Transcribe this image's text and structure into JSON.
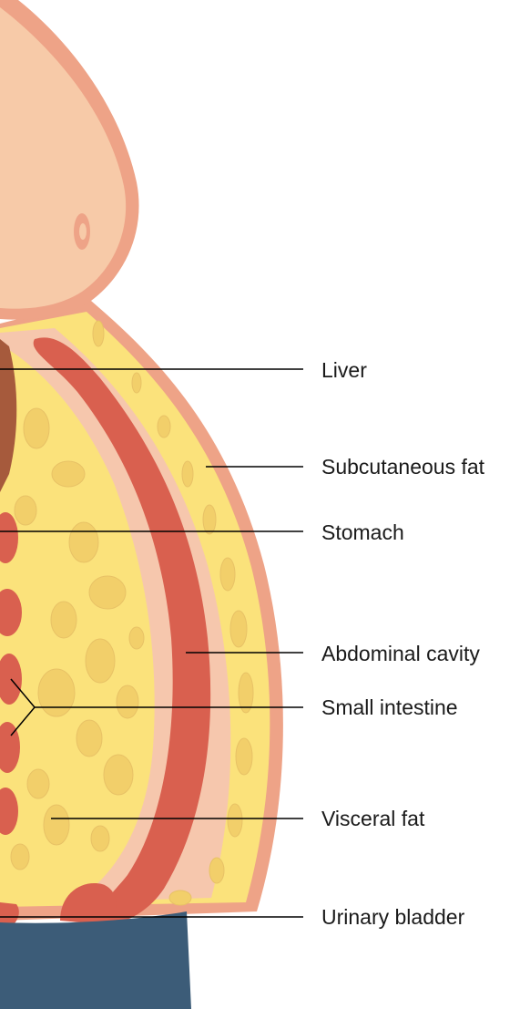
{
  "labels": {
    "liver": "Liver",
    "subcutaneous_fat": "Subcutaneous fat",
    "stomach": "Stomach",
    "abdominal_cavity": "Abdominal cavity",
    "small_intestine": "Small intestine",
    "visceral_fat": "Visceral fat",
    "urinary_bladder": "Urinary bladder"
  },
  "colors": {
    "skin": "#f4b99a",
    "skin_outline": "#e69a7e",
    "breast": "#f7caa8",
    "fat": "#fbe27b",
    "fat_globule": "#f2cf6a",
    "muscle": "#d9604f",
    "cavity": "#f6c7ad",
    "liver": "#a65a3c",
    "clothing": "#3c5c78",
    "leader_line": "#000000"
  }
}
